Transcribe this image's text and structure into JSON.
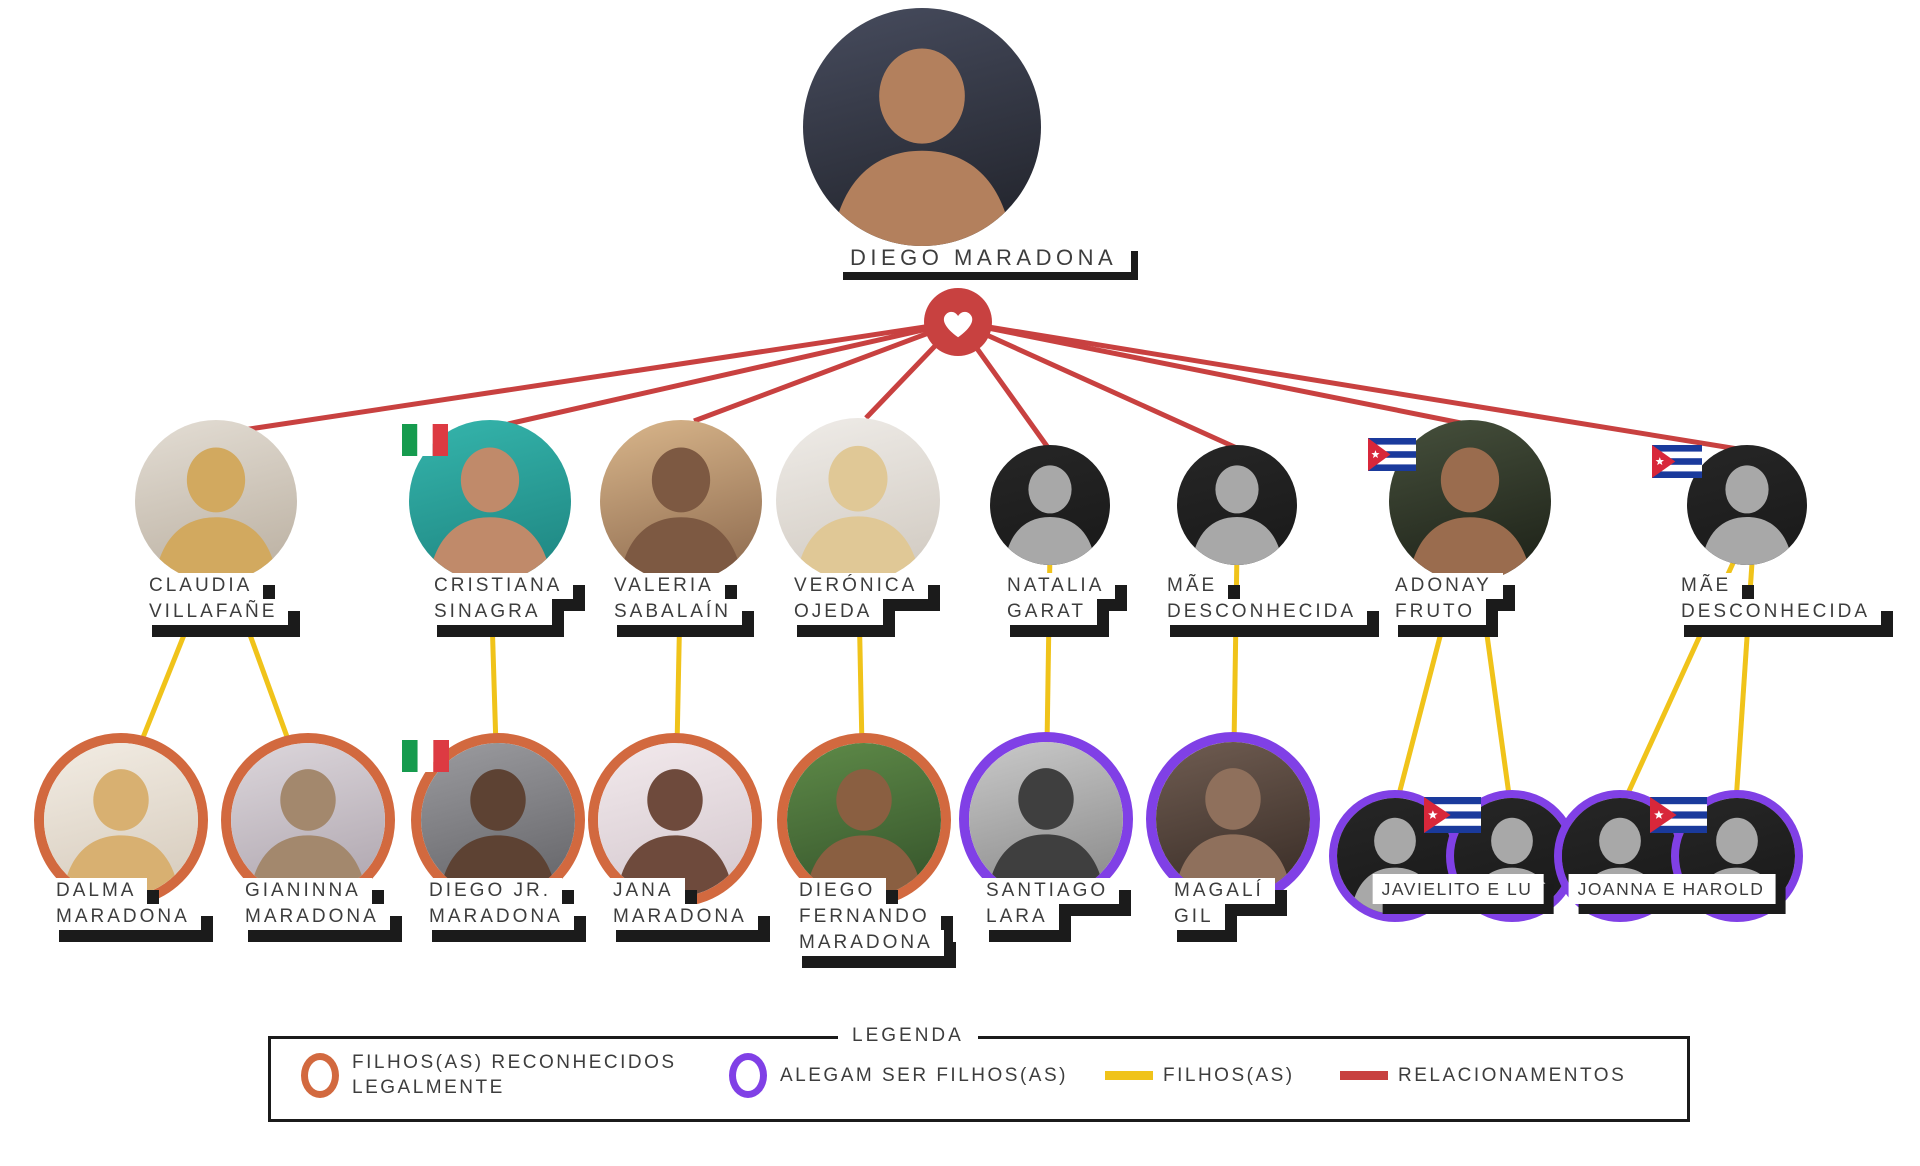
{
  "root": {
    "name": "DIEGO MARADONA"
  },
  "heart_icon": "heart",
  "partners": [
    {
      "lines": [
        "CLAUDIA",
        "VILLAFAÑE"
      ],
      "flag": null,
      "unknown": false
    },
    {
      "lines": [
        "CRISTIANA",
        "SINAGRA"
      ],
      "flag": "italy",
      "unknown": false
    },
    {
      "lines": [
        "VALERIA",
        "SABALAÍN"
      ],
      "flag": null,
      "unknown": false
    },
    {
      "lines": [
        "VERÓNICA",
        "OJEDA"
      ],
      "flag": null,
      "unknown": false
    },
    {
      "lines": [
        "NATALIA",
        "GARAT"
      ],
      "flag": null,
      "unknown": true
    },
    {
      "lines": [
        "MÃE",
        "DESCONHECIDA"
      ],
      "flag": null,
      "unknown": true
    },
    {
      "lines": [
        "ADONAY",
        "FRUTO"
      ],
      "flag": "cuba",
      "unknown": false
    },
    {
      "lines": [
        "MÃE",
        "DESCONHECIDA"
      ],
      "flag": "cuba",
      "unknown": true
    }
  ],
  "children": [
    {
      "lines": [
        "DALMA",
        "MARADONA"
      ],
      "status": "legal",
      "flag": null,
      "pair": false,
      "unknown": false
    },
    {
      "lines": [
        "GIANINNA",
        "MARADONA"
      ],
      "status": "legal",
      "flag": null,
      "pair": false,
      "unknown": false
    },
    {
      "lines": [
        "DIEGO JR.",
        "MARADONA"
      ],
      "status": "legal",
      "flag": "italy",
      "pair": false,
      "unknown": false
    },
    {
      "lines": [
        "JANA",
        "MARADONA"
      ],
      "status": "legal",
      "flag": null,
      "pair": false,
      "unknown": false
    },
    {
      "lines": [
        "DIEGO",
        "FERNANDO",
        "MARADONA"
      ],
      "status": "legal",
      "flag": null,
      "pair": false,
      "unknown": false
    },
    {
      "lines": [
        "SANTIAGO",
        "LARA"
      ],
      "status": "claimed",
      "flag": null,
      "pair": false,
      "unknown": false
    },
    {
      "lines": [
        "MAGALÍ",
        "GIL"
      ],
      "status": "claimed",
      "flag": null,
      "pair": false,
      "unknown": false
    },
    {
      "lines": [
        "JAVIELITO E LU"
      ],
      "status": "claimed",
      "flag": "cuba",
      "pair": true,
      "unknown": true
    },
    {
      "lines": [
        "JOANNA E HAROLD"
      ],
      "status": "claimed",
      "flag": "cuba",
      "pair": true,
      "unknown": true
    }
  ],
  "legend": {
    "title": "LEGENDA",
    "items": [
      {
        "type": "ring",
        "color": "#d2693f",
        "label_lines": [
          "FILHOS(AS) RECONHECIDOS",
          "LEGALMENTE"
        ]
      },
      {
        "type": "ring",
        "color": "#8040e6",
        "label_lines": [
          "ALEGAM SER FILHOS(AS)"
        ]
      },
      {
        "type": "line",
        "color": "#f0c31a",
        "label_lines": [
          "FILHOS(AS)"
        ]
      },
      {
        "type": "line",
        "color": "#c84140",
        "label_lines": [
          "RELACIONAMENTOS"
        ]
      }
    ]
  },
  "colors": {
    "relationship": "#c84140",
    "children_line": "#f0c31a",
    "legal_ring": "#d2693f",
    "claim_ring": "#8040e6",
    "label_shadow": "#1b1b1b",
    "text": "#3d3d3d"
  }
}
